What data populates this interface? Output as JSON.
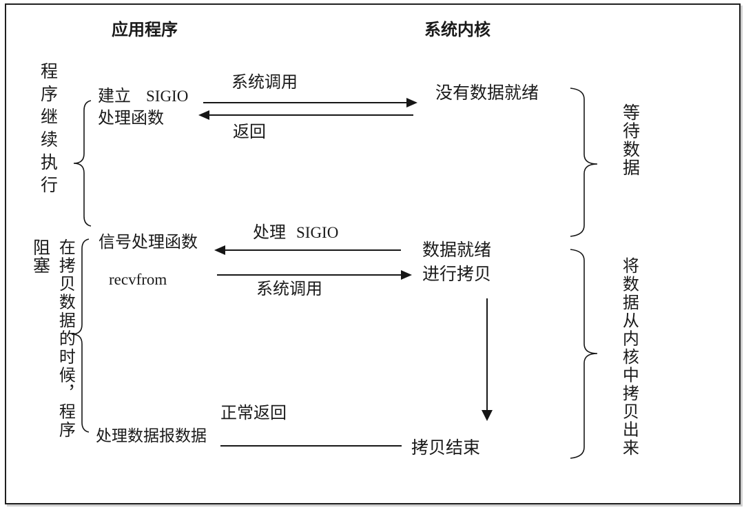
{
  "diagram": {
    "title_app": "应用程序",
    "title_kernel": "系统内核",
    "left": {
      "program_continues": "程序继续执行",
      "blocked": "阻塞",
      "during_copy": "在拷贝数据的时候，程序"
    },
    "app": {
      "establish_cjk": "建立",
      "establish_latin": "SIGIO",
      "establish_line2": "处理函数",
      "signal_handler": "信号处理函数",
      "recvfrom": "recvfrom",
      "process_datagram": "处理数据报数据"
    },
    "kernel": {
      "no_data_ready": "没有数据就绪",
      "data_ready": "数据就绪",
      "do_copy": "进行拷贝",
      "copy_done": "拷贝结束"
    },
    "arrows": {
      "syscall_top": "系统调用",
      "return_top": "返回",
      "handle_cjk": "处理",
      "handle_latin": "SIGIO",
      "syscall_mid": "系统调用",
      "normal_return": "正常返回"
    },
    "right": {
      "wait_data": "等待数据",
      "copy_from_kernel": "将数据从内核中拷贝出来"
    },
    "colors": {
      "ink": "#1a1a1a",
      "background": "#ffffff"
    }
  }
}
